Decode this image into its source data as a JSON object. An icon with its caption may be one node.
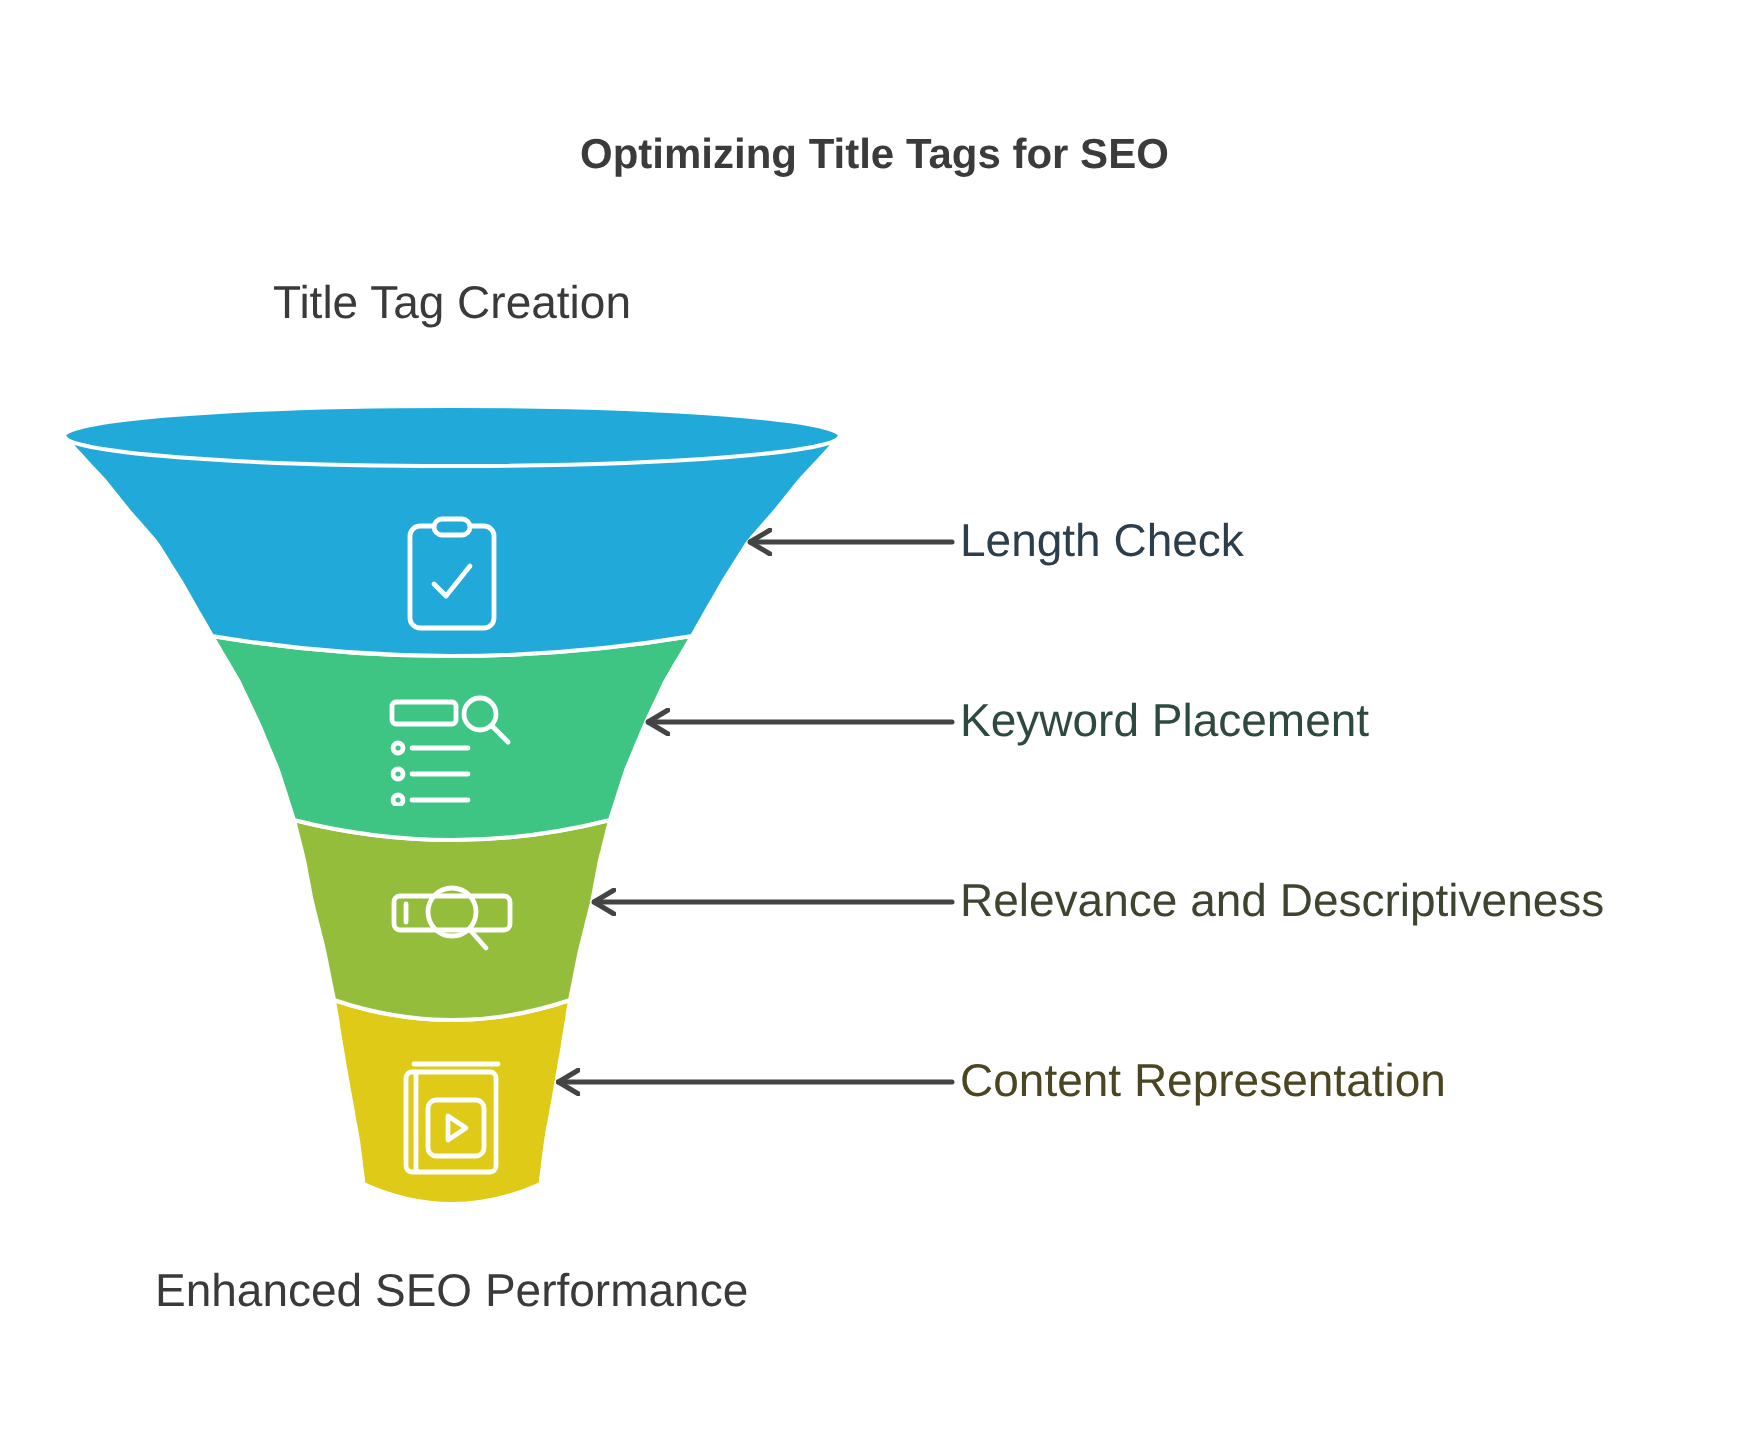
{
  "diagram": {
    "title": "Optimizing Title Tags for SEO",
    "nodes": [
      {
        "text": [],
        "shape": "band"
      },
      {
        "text": [
          "Length Check"
        ]
      },
      {
        "text": [],
        "shape": "band"
      },
      {
        "text": [
          "Keyword Placement"
        ]
      },
      {
        "text": [],
        "shape": "band"
      },
      {
        "text": [
          "Relevance and Descriptiveness"
        ]
      },
      {
        "text": [],
        "shape": "band"
      },
      {
        "text": [
          "Content Representation"
        ]
      }
    ],
    "edges": [
      {
        "from": 1,
        "to": 0,
        "arrow": "to"
      },
      {
        "from": 3,
        "to": 2,
        "arrow": "to"
      },
      {
        "from": 5,
        "to": 4,
        "arrow": "to"
      },
      {
        "from": 7,
        "to": 6,
        "arrow": "to"
      }
    ],
    "labels": [
      "Title Tag Creation",
      "Enhanced SEO Performance"
    ]
  }
}
